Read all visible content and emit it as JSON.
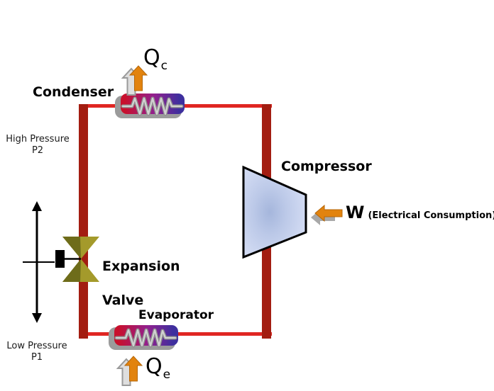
{
  "labels": {
    "condenser": "Condenser",
    "compressor": "Compressor",
    "evaporator": "Evaporator",
    "expansion_valve_line1": "Expansion",
    "expansion_valve_line2": "Valve",
    "high_pressure_line1": "High Pressure",
    "high_pressure_line2": "P2",
    "low_pressure_line1": "Low Pressure",
    "low_pressure_line2": "P1"
  },
  "heat_flows": {
    "condenser_heat_symbol": "Q",
    "condenser_heat_sub": "c",
    "evaporator_heat_symbol": "Q",
    "evaporator_heat_sub": "e",
    "work_symbol": "W",
    "work_description": "(Electrical Consumption)"
  },
  "colors": {
    "ink": "#000000",
    "pipe_thin": "#e02622",
    "pipe_thick": "#a31d11",
    "exchanger_grad_red": "#c8102c",
    "exchanger_grad_purple": "#92208e",
    "exchanger_grad_blue": "#3e2f9e",
    "exchanger_casing": "#9b9b9b",
    "coil_back": "#909090",
    "coil_front": "#d2d2d2",
    "valve_dark": "#6e6c1a",
    "valve_light": "#a49a2b",
    "compressor_center": "#a5b6dc",
    "compressor_mid": "#bcc9e8",
    "compressor_edge": "#d2dbf3",
    "arrow_orange": "#e2830e",
    "arrow_gray": "#a8a8a8",
    "arrow_gray_light": "#dedede",
    "arrow_gray_border": "#9a9a9a"
  }
}
